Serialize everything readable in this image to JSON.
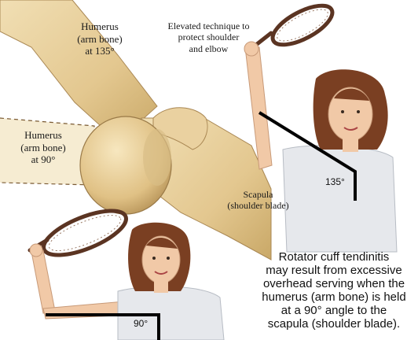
{
  "labels": {
    "humerus_135": [
      "Humerus",
      "(arm bone)",
      "at 135°"
    ],
    "elevated_technique": [
      "Elevated technique to",
      "protect shoulder",
      "and elbow"
    ],
    "humerus_90": [
      "Humerus",
      "(arm bone)",
      "at 90°"
    ],
    "scapula": [
      "Scapula",
      "(shoulder blade)"
    ],
    "angle_135": "135°",
    "angle_90": "90°"
  },
  "caption": [
    "Rotator cuff tendinitis",
    "may result from excessive",
    "overhead serving when the",
    "humerus (arm bone) is held",
    "at a 90° angle to the",
    "scapula (shoulder blade)."
  ],
  "colors": {
    "bone": "#e8d2a0",
    "bone_shadow": "#c9a867",
    "hair": "#7a3f22",
    "skin": "#f1c9a7",
    "shirt": "#e6e8ec",
    "racket": "#5b3422"
  }
}
